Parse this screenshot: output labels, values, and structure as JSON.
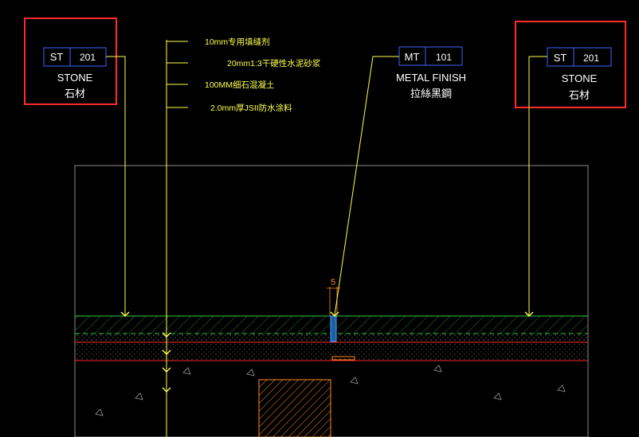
{
  "colors": {
    "background": "#000000",
    "line_yellow": "#ffff4d",
    "tag_blue": "#3a66ff",
    "text_white": "#ffffff",
    "stone_green": "#2ecc40",
    "highlight_red": "#ff2a2a",
    "orange": "#ff8a1a",
    "frame_gray": "#8a8a8a"
  },
  "tags": {
    "left": {
      "code": "ST",
      "num": "201",
      "en": "STONE",
      "cn": "石材"
    },
    "middle": {
      "code": "MT",
      "num": "101",
      "en": "METAL FINISH",
      "cn": "拉絲黑鋼"
    },
    "right": {
      "code": "ST",
      "num": "201",
      "en": "STONE",
      "cn": "石材"
    }
  },
  "layers": [
    "10mm专用填缝剂",
    "20mm1:3干硬性水泥砂浆",
    "100MM细石混凝土",
    "2.0mm厚JSII防水涂料"
  ],
  "dimension": "5"
}
